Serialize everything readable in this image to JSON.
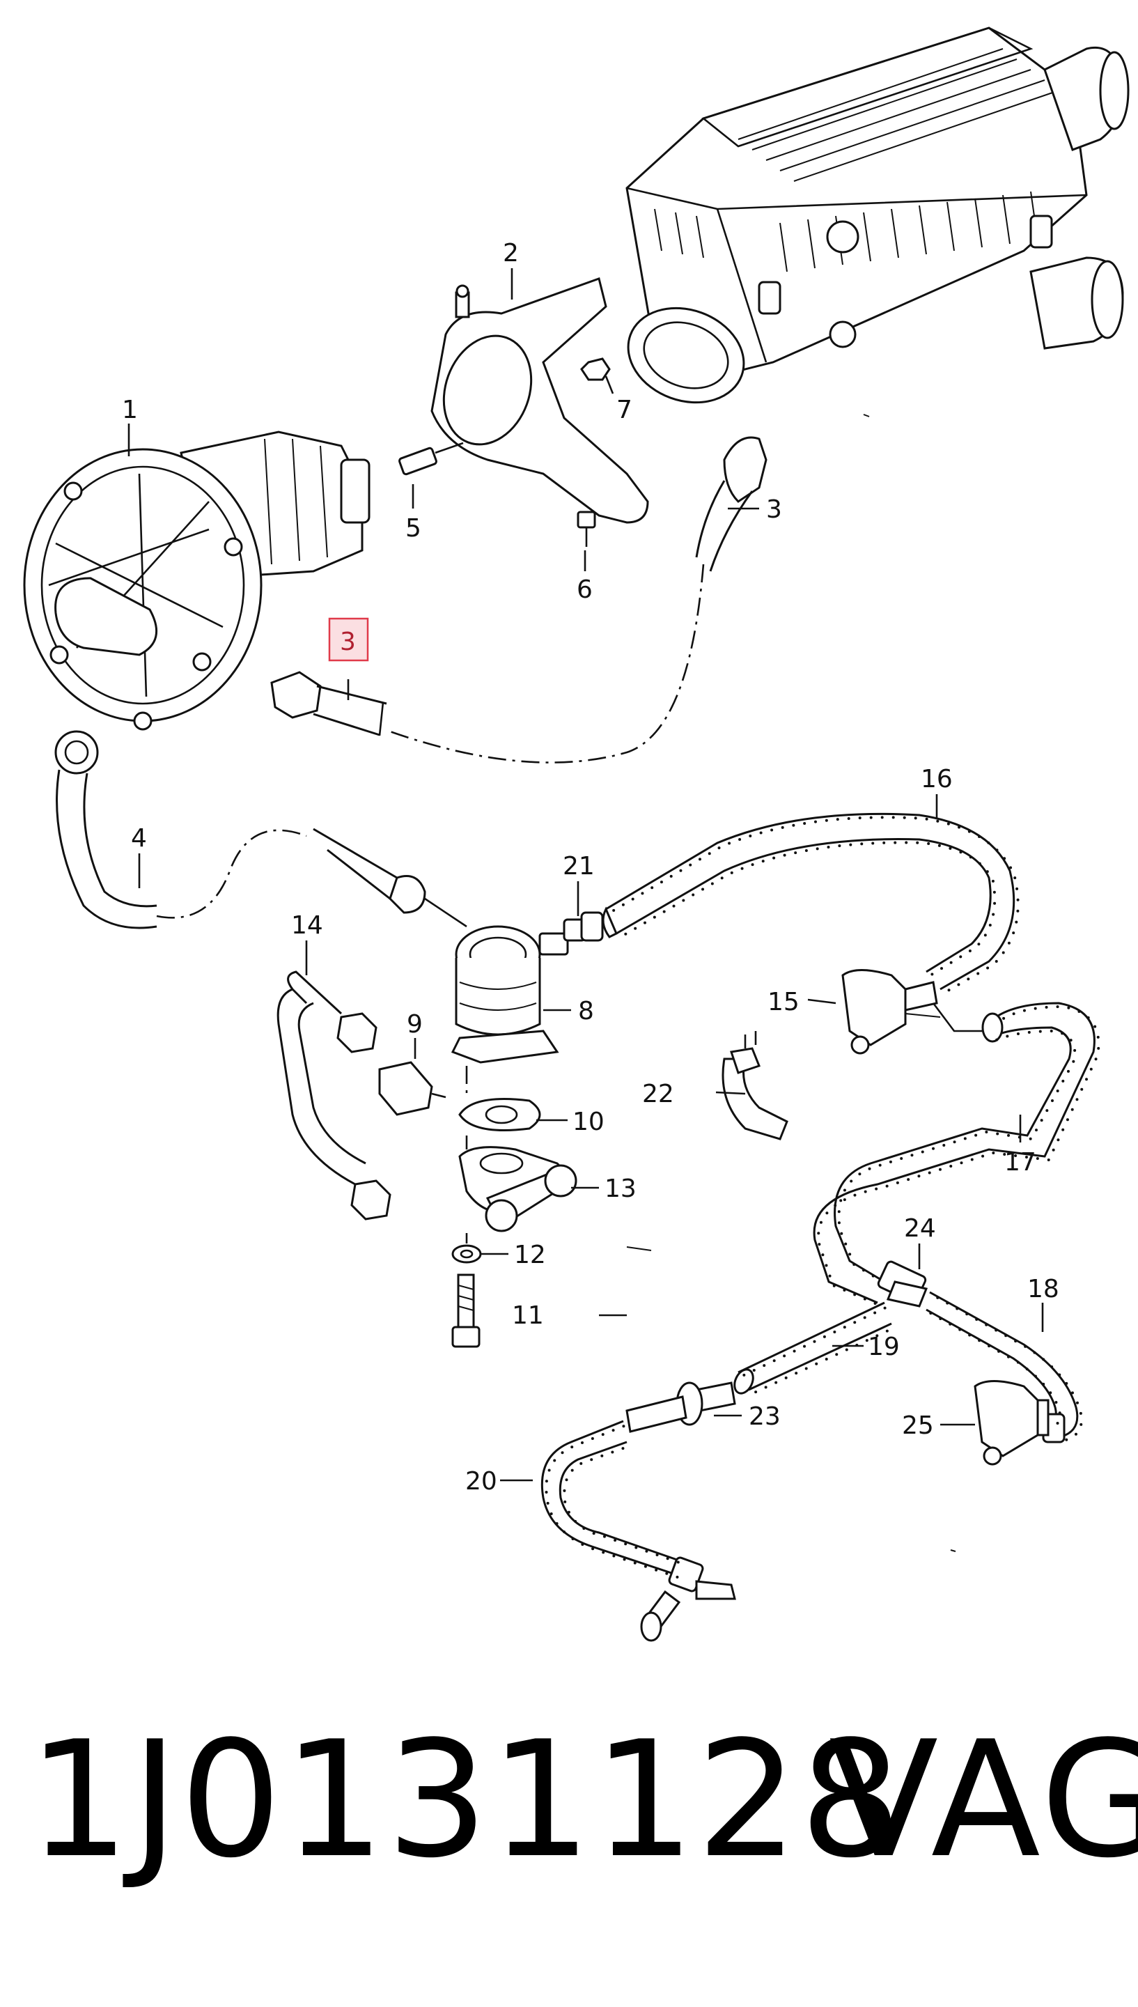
{
  "diagram": {
    "callouts": [
      {
        "id": "c1",
        "label": "1"
      },
      {
        "id": "c2",
        "label": "2"
      },
      {
        "id": "c3a",
        "label": "3"
      },
      {
        "id": "c3b",
        "label": "3",
        "highlighted": true
      },
      {
        "id": "c4",
        "label": "4"
      },
      {
        "id": "c5",
        "label": "5"
      },
      {
        "id": "c6",
        "label": "6"
      },
      {
        "id": "c7",
        "label": "7"
      },
      {
        "id": "c8",
        "label": "8"
      },
      {
        "id": "c9",
        "label": "9"
      },
      {
        "id": "c10",
        "label": "10"
      },
      {
        "id": "c11",
        "label": "11"
      },
      {
        "id": "c12",
        "label": "12"
      },
      {
        "id": "c13",
        "label": "13"
      },
      {
        "id": "c14",
        "label": "14"
      },
      {
        "id": "c15",
        "label": "15"
      },
      {
        "id": "c16",
        "label": "16"
      },
      {
        "id": "c17",
        "label": "17"
      },
      {
        "id": "c18",
        "label": "18"
      },
      {
        "id": "c19",
        "label": "19"
      },
      {
        "id": "c20",
        "label": "20"
      },
      {
        "id": "c21",
        "label": "21"
      },
      {
        "id": "c22",
        "label": "22"
      },
      {
        "id": "c23",
        "label": "23"
      },
      {
        "id": "c24",
        "label": "24"
      },
      {
        "id": "c25",
        "label": "25"
      }
    ],
    "highlight_color": "#e03a4a"
  },
  "footer": {
    "part_number": "1J0131128",
    "brand": "VAG"
  }
}
